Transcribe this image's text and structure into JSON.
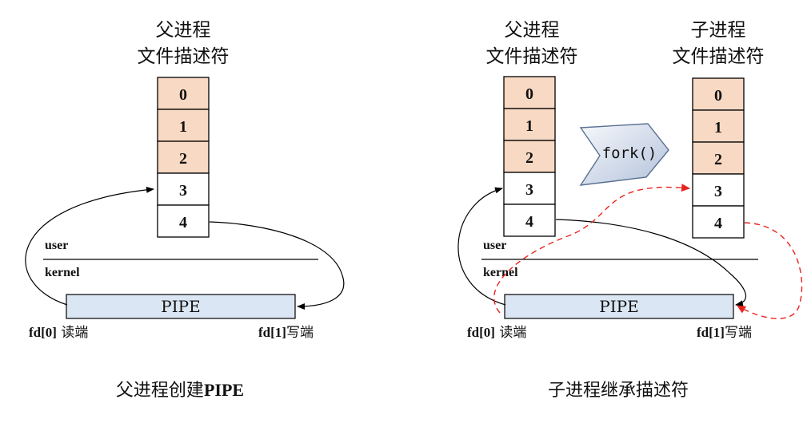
{
  "left": {
    "header_line1": "父进程",
    "header_line2": "文件描述符",
    "fd_slots": [
      "0",
      "1",
      "2",
      "3",
      "4"
    ],
    "user_label": "user",
    "kernel_label": "kernel",
    "pipe_label": "PIPE",
    "read_end_prefix": "fd[0]",
    "read_end_suffix": " 读端",
    "write_end_prefix": "fd[1]",
    "write_end_suffix": "写端",
    "caption_text": "父进程创建",
    "caption_bold": "PIPE"
  },
  "right": {
    "parent_header_line1": "父进程",
    "parent_header_line2": "文件描述符",
    "child_header_line1": "子进程",
    "child_header_line2": "文件描述符",
    "parent_fd_slots": [
      "0",
      "1",
      "2",
      "3",
      "4"
    ],
    "child_fd_slots": [
      "0",
      "1",
      "2",
      "3",
      "4"
    ],
    "fork_label": "fork()",
    "user_label": "user",
    "kernel_label": "kernel",
    "pipe_label": "PIPE",
    "read_end_prefix": "fd[0]",
    "read_end_suffix": " 读端",
    "write_end_prefix": "fd[1]",
    "write_end_suffix": "写端",
    "caption": "子进程继承描述符"
  },
  "colors": {
    "std_fd_fill": "#f8d9c3",
    "pipe_fill": "#dbe6f4",
    "fork_fill_light": "#f3f6fb",
    "fork_fill_dark": "#b9c7dd",
    "inherit_arrow": "#e8231e",
    "line": "#000000"
  }
}
